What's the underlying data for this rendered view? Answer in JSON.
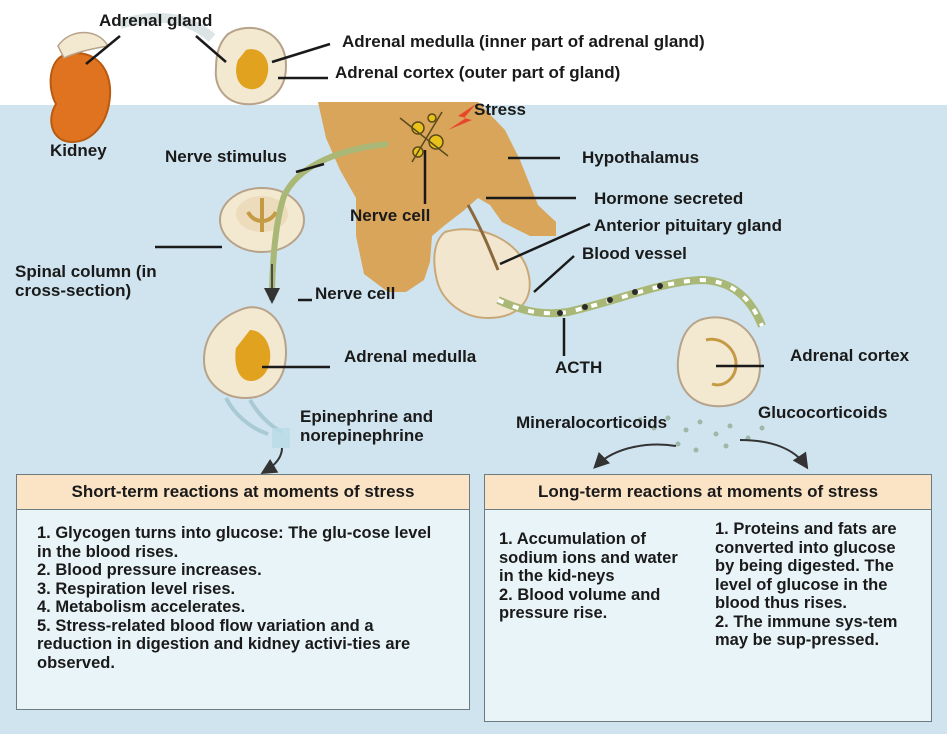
{
  "labels": {
    "adrenal_gland": "Adrenal gland",
    "kidney": "Kidney",
    "adrenal_medulla_top": "Adrenal medulla (inner part of adrenal gland)",
    "adrenal_cortex_top": "Adrenal cortex (outer part of gland)",
    "stress": "Stress",
    "nerve_stimulus": "Nerve stimulus",
    "hypothalamus": "Hypothalamus",
    "hormone_secreted": "Hormone secreted",
    "nerve_cell_upper": "Nerve cell",
    "anterior_pituitary": "Anterior pituitary gland",
    "blood_vessel": "Blood vessel",
    "spinal_column": "Spinal column (in cross-section)",
    "nerve_cell_lower": "Nerve cell",
    "adrenal_medulla": "Adrenal medulla",
    "acth": "ACTH",
    "adrenal_cortex": "Adrenal cortex",
    "epinephrine": "Epinephrine and norepinephrine",
    "mineralocorticoids": "Mineralocorticoids",
    "glucocorticoids": "Glucocorticoids"
  },
  "short_term": {
    "title": "Short-term reactions at moments of stress",
    "items": [
      "1. Glycogen turns into glucose: The glu-cose level in the blood rises.",
      "2. Blood pressure increases.",
      "3. Respiration level rises.",
      "4. Metabolism accelerates.",
      "5. Stress-related blood flow variation and a reduction in digestion and kidney activi-ties are observed."
    ]
  },
  "long_term": {
    "title": "Long-term reactions at moments of stress",
    "mineral_items": [
      "1. Accumulation of sodium ions and water in the kid-neys",
      "2. Blood volume and pressure rise."
    ],
    "gluco_items": [
      "1. Proteins and fats are converted into glucose by being digested. The level of glucose in the blood thus rises.",
      "2. The immune sys-tem may be sup-pressed."
    ]
  },
  "colors": {
    "background_panel": "#cfe4ef",
    "brain": "#d9a55a",
    "adrenal_orange": "#e0731f",
    "gland_cream": "#f3e8d0",
    "title_fill": "#fbe3c5",
    "body_fill": "#e9f4f8"
  }
}
